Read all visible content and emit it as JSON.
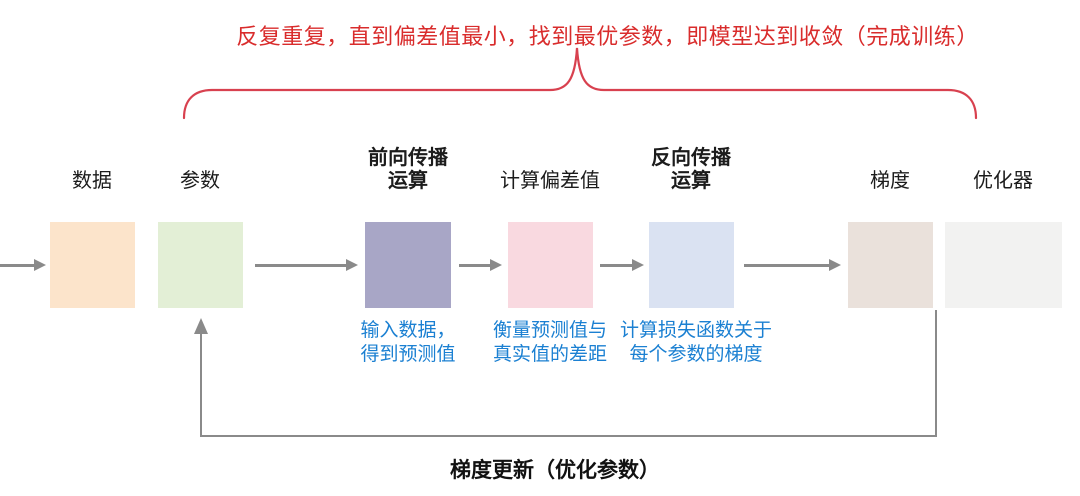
{
  "header": {
    "loop_note": "反复重复，直到偏差值最小，找到最优参数，即模型达到收敛（完成训练）"
  },
  "footer": {
    "loop_label": "梯度更新（优化参数）"
  },
  "colors": {
    "note_red": "#d92c2c",
    "brace_red": "#d8414f",
    "caption_blue": "#1b80d2",
    "arrow_gray": "#8a8a8a",
    "label_black": "#1c1c1c"
  },
  "stages": [
    {
      "label": "数据",
      "box_color": "#fce4cb",
      "caption": ""
    },
    {
      "label": "参数",
      "box_color": "#e3efd6",
      "caption": ""
    },
    {
      "label": "前向传播\n运算",
      "box_color": "#a8a6c6",
      "caption": "输入数据，\n得到预测值"
    },
    {
      "label": "计算偏差值",
      "box_color": "#f9d9e0",
      "caption": "衡量预测值与\n真实值的差距"
    },
    {
      "label": "反向传播\n运算",
      "box_color": "#dae2f2",
      "caption": "计算损失函数关于\n每个参数的梯度"
    },
    {
      "label": "梯度",
      "box_color": "#eae1db",
      "caption": ""
    },
    {
      "label": "优化器",
      "box_color": "#f2f2f1",
      "caption": ""
    }
  ]
}
